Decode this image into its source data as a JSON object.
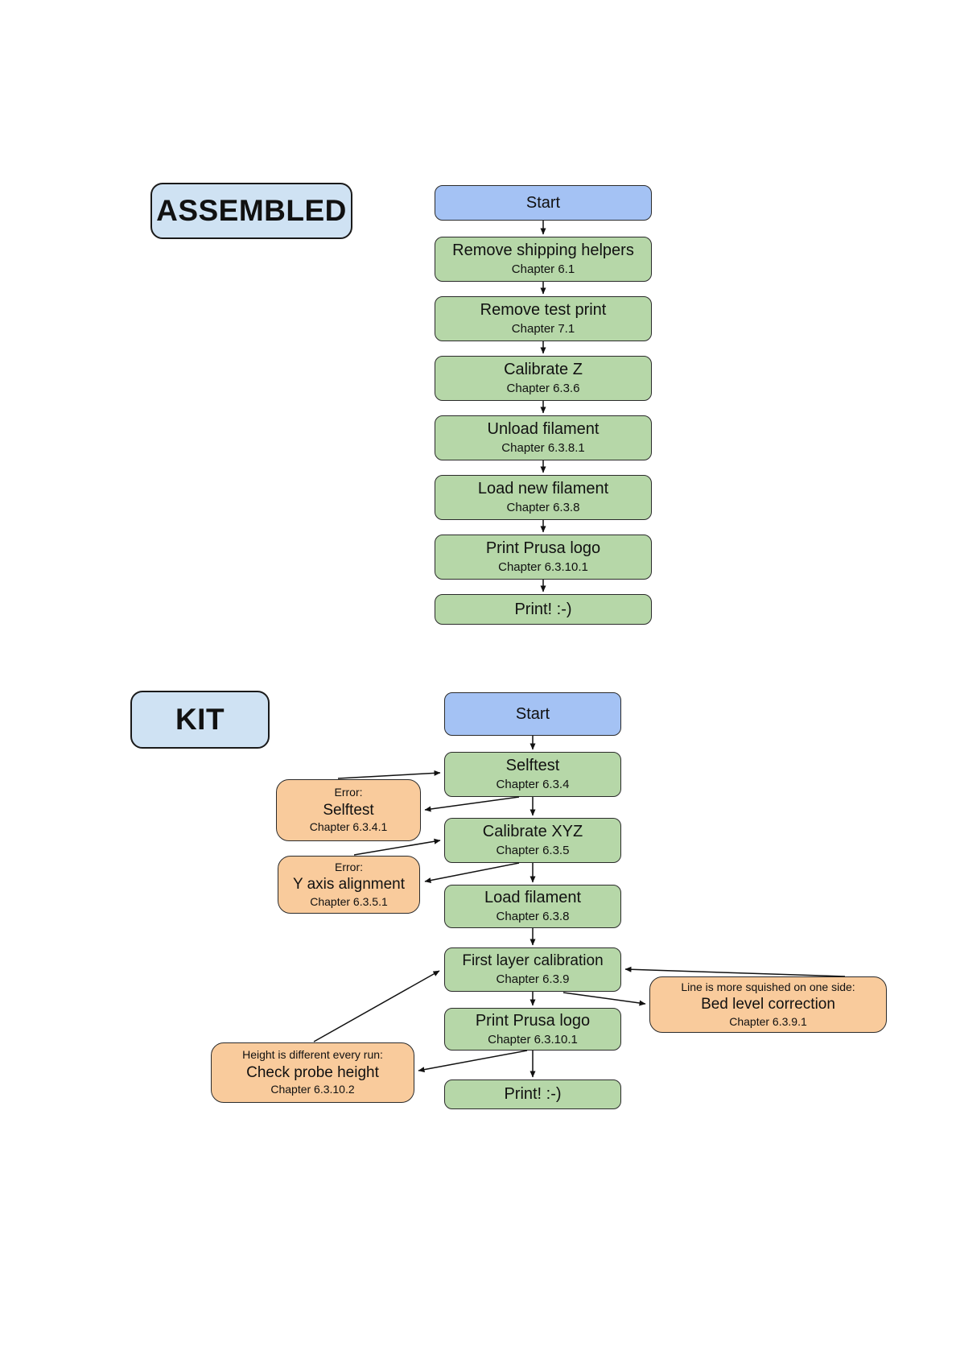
{
  "colors": {
    "start_fill": "#a4c2f4",
    "step_fill": "#b6d7a8",
    "error_fill": "#f9cb9c",
    "label_fill": "#cfe2f3",
    "border": "#2b2b2b",
    "arrow": "#111111"
  },
  "assembled": {
    "label": "ASSEMBLED",
    "nodes": [
      {
        "title": "Start"
      },
      {
        "title": "Remove shipping helpers",
        "subtitle": "Chapter 6.1"
      },
      {
        "title": "Remove test print",
        "subtitle": "Chapter 7.1"
      },
      {
        "title": "Calibrate Z",
        "subtitle": "Chapter 6.3.6"
      },
      {
        "title": "Unload filament",
        "subtitle": "Chapter 6.3.8.1"
      },
      {
        "title": "Load new filament",
        "subtitle": "Chapter 6.3.8"
      },
      {
        "title": "Print Prusa logo",
        "subtitle": "Chapter 6.3.10.1"
      },
      {
        "title": "Print! :-)"
      }
    ]
  },
  "kit": {
    "label": "KIT",
    "nodes": [
      {
        "title": "Start"
      },
      {
        "title": "Selftest",
        "subtitle": "Chapter 6.3.4"
      },
      {
        "title": "Calibrate XYZ",
        "subtitle": "Chapter 6.3.5"
      },
      {
        "title": "Load filament",
        "subtitle": "Chapter 6.3.8"
      },
      {
        "title": "First layer calibration",
        "subtitle": "Chapter 6.3.9"
      },
      {
        "title": "Print Prusa logo",
        "subtitle": "Chapter 6.3.10.1"
      },
      {
        "title": "Print! :-)"
      }
    ],
    "errors": [
      {
        "pretitle": "Error:",
        "title": "Selftest",
        "subtitle": "Chapter 6.3.4.1"
      },
      {
        "pretitle": "Error:",
        "title": "Y axis alignment",
        "subtitle": "Chapter 6.3.5.1"
      },
      {
        "pretitle": "Line is more squished on one side:",
        "title": "Bed level correction",
        "subtitle": "Chapter 6.3.9.1"
      },
      {
        "pretitle": "Height is different every run:",
        "title": "Check probe height",
        "subtitle": "Chapter 6.3.10.2"
      }
    ]
  }
}
